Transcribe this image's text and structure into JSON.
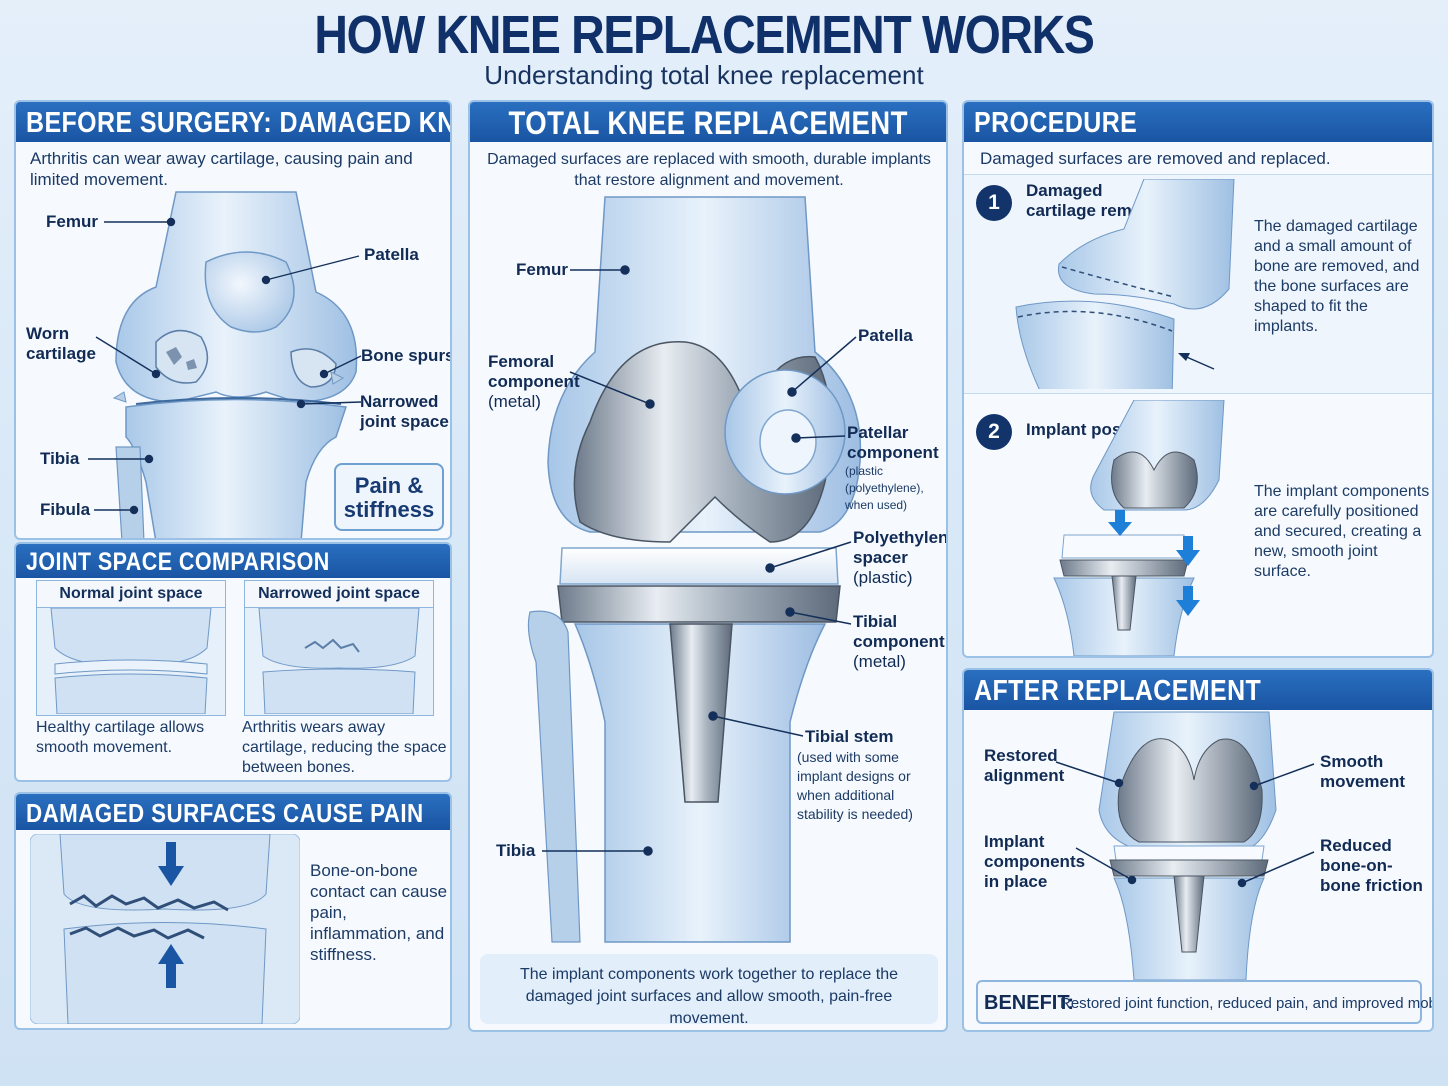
{
  "header": {
    "title": "HOW KNEE REPLACEMENT WORKS",
    "subtitle": "Understanding total knee replacement"
  },
  "before": {
    "heading": "BEFORE SURGERY: DAMAGED KNEE",
    "description": "Arthritis can wear away cartilage, causing pain and limited movement.",
    "labels": {
      "femur": "Femur",
      "patella": "Patella",
      "worn_cartilage": "Worn cartilage",
      "bone_spurs": "Bone spurs",
      "narrowed": "Narrowed joint space",
      "tibia": "Tibia",
      "fibula": "Fibula"
    },
    "callout": "Pain & stiffness"
  },
  "comparison": {
    "heading": "JOINT SPACE COMPARISON",
    "normal_title": "Normal joint space",
    "narrowed_title": "Narrowed joint space",
    "normal_caption": "Healthy cartilage allows smooth movement.",
    "narrowed_caption": "Arthritis wears away cartilage, reducing the space between bones."
  },
  "damaged": {
    "heading": "DAMAGED SURFACES CAUSE PAIN",
    "text": "Bone-on-bone contact can cause pain, inflammation, and stiffness."
  },
  "total": {
    "heading": "TOTAL KNEE REPLACEMENT",
    "description": "Damaged surfaces are replaced with smooth, durable implants that restore alignment and movement.",
    "labels": {
      "femur": "Femur",
      "femoral_title": "Femoral component",
      "femoral_note": "(metal)",
      "patella": "Patella",
      "patellar_title": "Patellar component",
      "patellar_note": "(plastic (polyethylene), when used)",
      "spacer_title": "Polyethylene spacer",
      "spacer_note": "(plastic)",
      "tibial_title": "Tibial component",
      "tibial_note": "(metal)",
      "stem_title": "Tibial stem",
      "stem_note": "(used with some implant designs or when additional stability is needed)",
      "tibia": "Tibia"
    },
    "footer": "The implant components work together to replace the damaged joint surfaces and allow smooth, pain-free movement."
  },
  "procedure": {
    "heading": "PROCEDURE",
    "description": "Damaged surfaces are removed and replaced.",
    "steps": [
      {
        "number": "1",
        "title": "Damaged cartilage removed",
        "text": "The damaged cartilage and a small amount of bone are removed, and the bone surfaces are shaped to fit the implants."
      },
      {
        "number": "2",
        "title": "Implant positioned",
        "text": "The implant components are carefully positioned and secured, creating a new, smooth joint surface."
      }
    ]
  },
  "after": {
    "heading": "AFTER REPLACEMENT",
    "labels": {
      "alignment": "Restored alignment",
      "smooth": "Smooth movement",
      "components": "Implant components in place",
      "friction": "Reduced bone-on-bone friction"
    },
    "benefit_label": "BENEFIT:",
    "benefit_text": "Restored joint function, reduced pain, and improved mobility"
  },
  "colors": {
    "header_blue": "#1a55a3",
    "title_navy": "#10306a",
    "bone": "#cfe1f3",
    "metal": "#9aa6b4"
  }
}
